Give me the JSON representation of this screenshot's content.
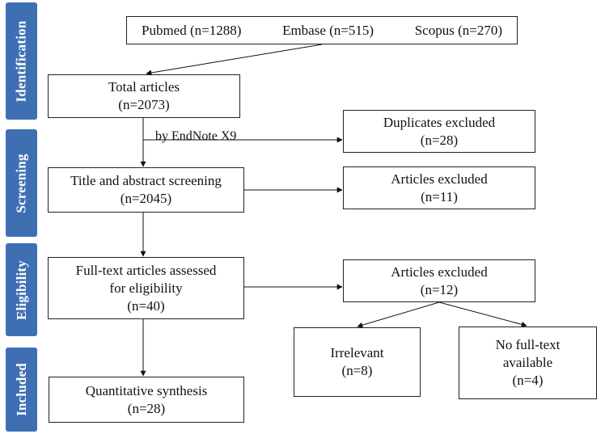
{
  "stages": {
    "identification": "Identification",
    "screening": "Screening",
    "eligibility": "Eligibility",
    "included": "Included"
  },
  "sources": {
    "pubmed": "Pubmed (n=1288)",
    "embase": "Embase (n=515)",
    "scopus": "Scopus (n=270)"
  },
  "total": {
    "title": "Total articles",
    "count": "(n=2073)"
  },
  "dedup_note": "by EndNote X9",
  "duplicates": {
    "title": "Duplicates excluded",
    "count": "(n=28)"
  },
  "title_abstract": {
    "title": "Title and abstract screening",
    "count": "(n=2045)"
  },
  "excluded_screening": {
    "title": "Articles excluded",
    "count": "(n=11)"
  },
  "fulltext": {
    "title_line1": "Full-text articles assessed",
    "title_line2": "for eligibility",
    "count": "(n=40)"
  },
  "excluded_eligibility": {
    "title": "Articles excluded",
    "count": "(n=12)"
  },
  "irrelevant": {
    "title": "Irrelevant",
    "count": "(n=8)"
  },
  "no_fulltext": {
    "title_line1": "No full-text",
    "title_line2": "available",
    "count": "(n=4)"
  },
  "synthesis": {
    "title": "Quantitative synthesis",
    "count": "(n=28)"
  }
}
